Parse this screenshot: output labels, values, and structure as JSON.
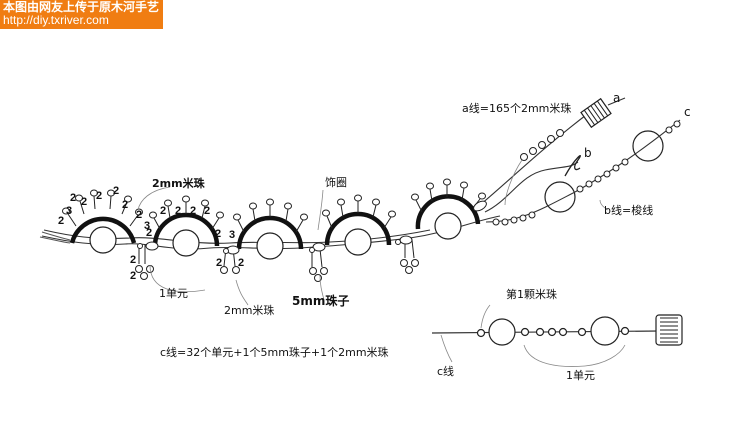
{
  "watermark": {
    "title": "本图由网友上传于原木河手艺",
    "url": "http://diy.txriver.com"
  },
  "labels": {
    "a_thread": "a线=165个2mm米珠",
    "a_letter": "a",
    "b_letter": "b",
    "c_letter": "c",
    "b_thread": "b线=梭线",
    "bead_2mm_top": "2mm米珠",
    "ring_ornament": "饰圈",
    "one_unit": "1单元",
    "bead_2mm_bottom": "2mm米珠",
    "bead_5mm": "5mm珠子",
    "c_formula": "c线=32个单元+1个5mm珠子+1个2mm米珠",
    "first_bead": "第1颗米珠",
    "c_thread": "c线",
    "unit_bottom": "1单元"
  },
  "picot_counts": [
    "3",
    "2",
    "2",
    "2",
    "2",
    "2",
    "2",
    "2",
    "2",
    "2",
    "2",
    "2",
    "2",
    "3",
    "2",
    "2",
    "2",
    "2",
    "2",
    "3"
  ]
}
